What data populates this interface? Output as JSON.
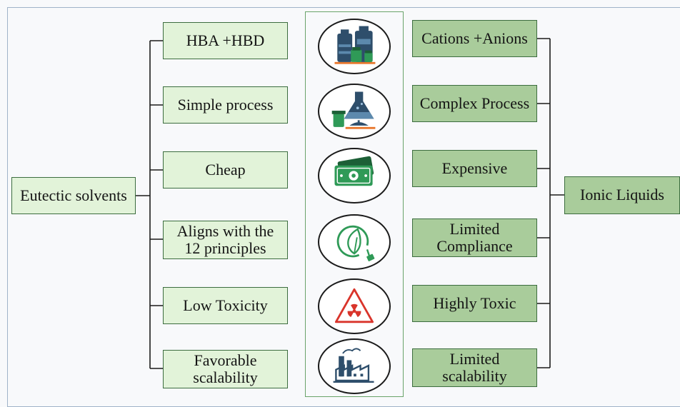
{
  "left_hub": "Eutectic solvents",
  "right_hub": "Ionic Liquids",
  "left_items": [
    "HBA +HBD",
    "Simple process",
    "Cheap",
    "Aligns with the 12 principles",
    "Low Toxicity",
    "Favorable scalability"
  ],
  "right_items": [
    "Cations +Anions",
    "Complex Process",
    "Expensive",
    "Limited Compliance",
    "Highly Toxic",
    "Limited scalability"
  ],
  "icons": [
    "chemical-bottles-icon",
    "flask-beaker-icon",
    "money-icon",
    "eco-leaf-plug-icon",
    "radiation-warning-icon",
    "factory-icon"
  ],
  "colors": {
    "left_fill": "#e2f3d9",
    "right_fill": "#a9cc9b",
    "border": "#3c6d3f",
    "center_frame": "#69a36a",
    "warning_red": "#d9342b"
  }
}
